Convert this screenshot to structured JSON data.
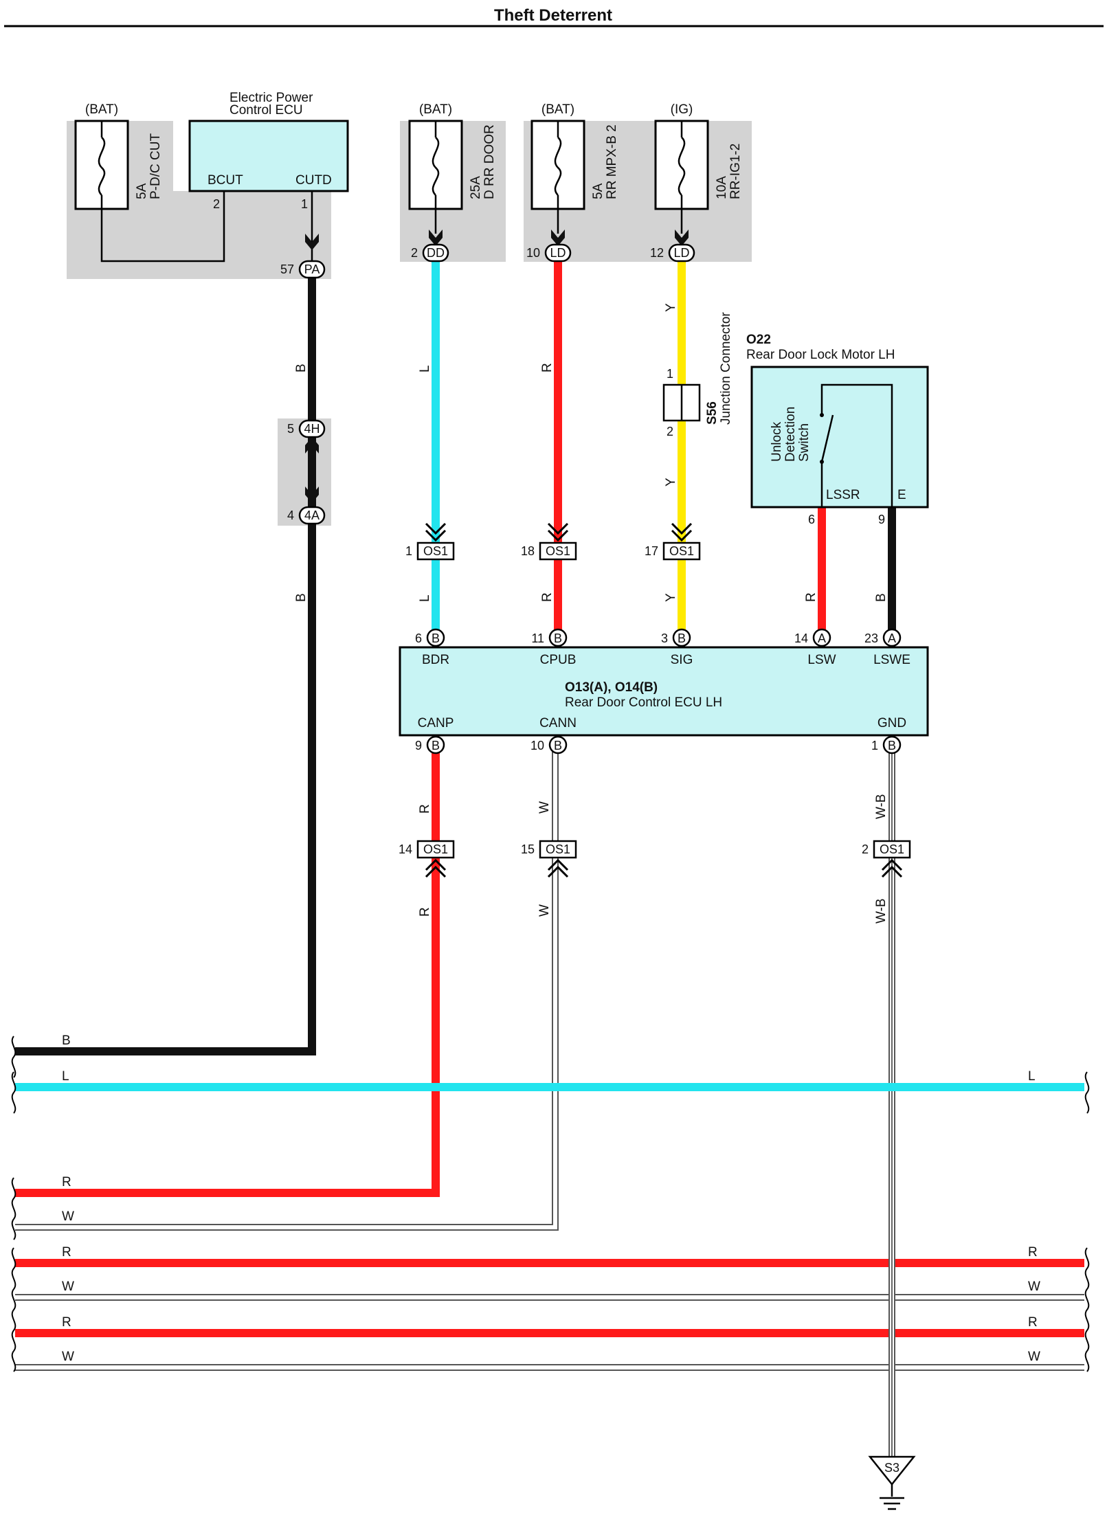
{
  "title": "Theft Deterrent",
  "colors": {
    "L": "#22e4ee",
    "R": "#ff1a1a",
    "Y": "#ffea00",
    "B": "#111111",
    "W": "#ffffff",
    "component_fill": "#c8f4f4",
    "relay_box": "#d3d3d3"
  },
  "fuses": [
    {
      "source": "(BAT)",
      "rating": "5A",
      "name": "P-D/C CUT"
    },
    {
      "source": "(BAT)",
      "rating": "25A",
      "name": "D RR DOOR"
    },
    {
      "source": "(BAT)",
      "rating": "5A",
      "name": "RR MPX-B 2"
    },
    {
      "source": "(IG)",
      "rating": "10A",
      "name": "RR-IG1-2"
    }
  ],
  "power_ecu": {
    "line1": "Electric Power",
    "line2": "Control ECU",
    "t1": "BCUT",
    "t2": "CUTD",
    "p1": "2",
    "p2": "1"
  },
  "relay_connectors": [
    {
      "pin": "57",
      "code": "PA"
    },
    {
      "pin": "2",
      "code": "DD"
    },
    {
      "pin": "10",
      "code": "LD"
    },
    {
      "pin": "12",
      "code": "LD"
    }
  ],
  "inline": [
    {
      "pin": "5",
      "code": "4H"
    },
    {
      "pin": "4",
      "code": "4A"
    }
  ],
  "junction": {
    "id": "S56",
    "name": "Junction Connector",
    "pin_top": "1",
    "pin_bottom": "2"
  },
  "motor": {
    "id": "O22",
    "name": "Rear Door Lock Motor LH",
    "sw1": "Unlock",
    "sw2": "Detection",
    "sw3": "Switch",
    "t1": "LSSR",
    "t2": "E",
    "p1": "6",
    "p2": "9"
  },
  "os1_top": [
    {
      "pin": "1",
      "code": "OS1"
    },
    {
      "pin": "18",
      "code": "OS1"
    },
    {
      "pin": "17",
      "code": "OS1"
    }
  ],
  "os1_bottom": [
    {
      "pin": "14",
      "code": "OS1"
    },
    {
      "pin": "15",
      "code": "OS1"
    },
    {
      "pin": "2",
      "code": "OS1"
    }
  ],
  "ecu": {
    "id": "O13(A), O14(B)",
    "name": "Rear Door Control ECU LH",
    "top_pins": [
      {
        "pin": "6",
        "conn": "B",
        "term": "BDR"
      },
      {
        "pin": "11",
        "conn": "B",
        "term": "CPUB"
      },
      {
        "pin": "3",
        "conn": "B",
        "term": "SIG"
      },
      {
        "pin": "14",
        "conn": "A",
        "term": "LSW"
      },
      {
        "pin": "23",
        "conn": "A",
        "term": "LSWE"
      }
    ],
    "bottom_pins": [
      {
        "pin": "9",
        "conn": "B",
        "term": "CANP"
      },
      {
        "pin": "10",
        "conn": "B",
        "term": "CANN"
      },
      {
        "pin": "1",
        "conn": "B",
        "term": "GND"
      }
    ]
  },
  "wire_labels": {
    "b": "B",
    "l": "L",
    "r": "R",
    "y": "Y",
    "w": "W",
    "wb": "W-B"
  },
  "ground": "S3"
}
